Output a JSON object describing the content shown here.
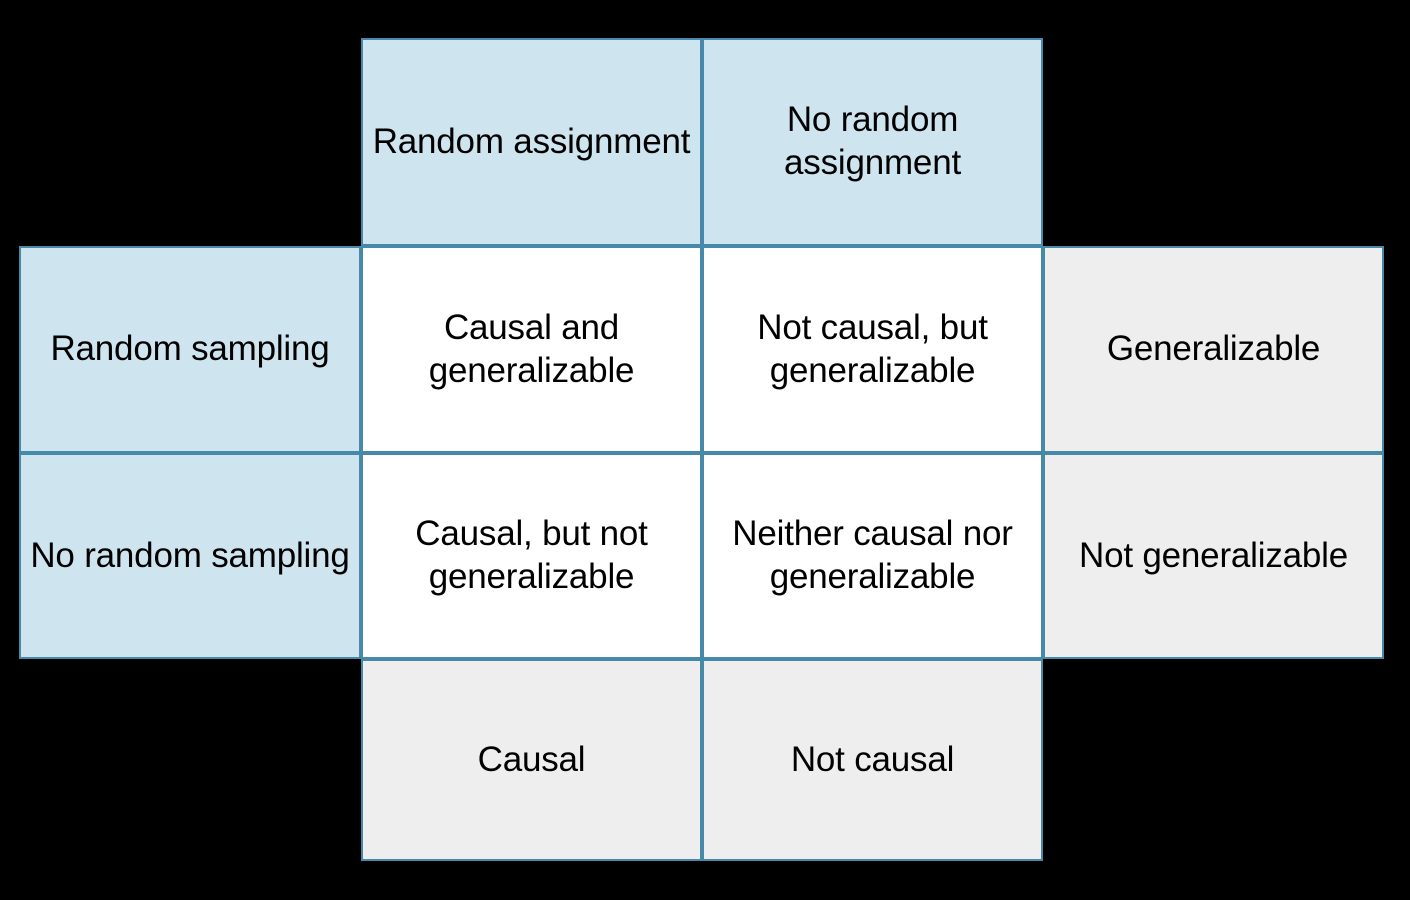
{
  "figure": {
    "type": "matrix-table",
    "description": "Two-by-two matrix relating random sampling and random assignment to causality and generalizability",
    "colors": {
      "background": "#000000",
      "header_fill": "#cee4ef",
      "body_fill": "#ffffff",
      "summary_fill": "#eeeeee",
      "border": "#4789a8",
      "text": "#000000"
    }
  },
  "column_headers": [
    {
      "id": "random-assignment",
      "label": "Random assignment"
    },
    {
      "id": "no-random-assignment",
      "label": "No random assignment"
    }
  ],
  "row_headers": [
    {
      "id": "random-sampling",
      "label": "Random sampling"
    },
    {
      "id": "no-random-sampling",
      "label": "No random sampling"
    }
  ],
  "body_cells": [
    [
      {
        "id": "causal-and-generalizable",
        "label": "Causal and generalizable"
      },
      {
        "id": "not-causal-but-generalizable",
        "label": "Not causal, but generalizable"
      }
    ],
    [
      {
        "id": "causal-but-not-generalizable",
        "label": "Causal, but not generalizable"
      },
      {
        "id": "neither-causal-nor-generalizable",
        "label": "Neither causal nor generalizable"
      }
    ]
  ],
  "row_summaries": [
    {
      "id": "generalizable",
      "label": "Generalizable"
    },
    {
      "id": "not-generalizable",
      "label": "Not generalizable"
    }
  ],
  "column_summaries": [
    {
      "id": "causal",
      "label": "Causal"
    },
    {
      "id": "not-causal",
      "label": "Not causal"
    }
  ]
}
